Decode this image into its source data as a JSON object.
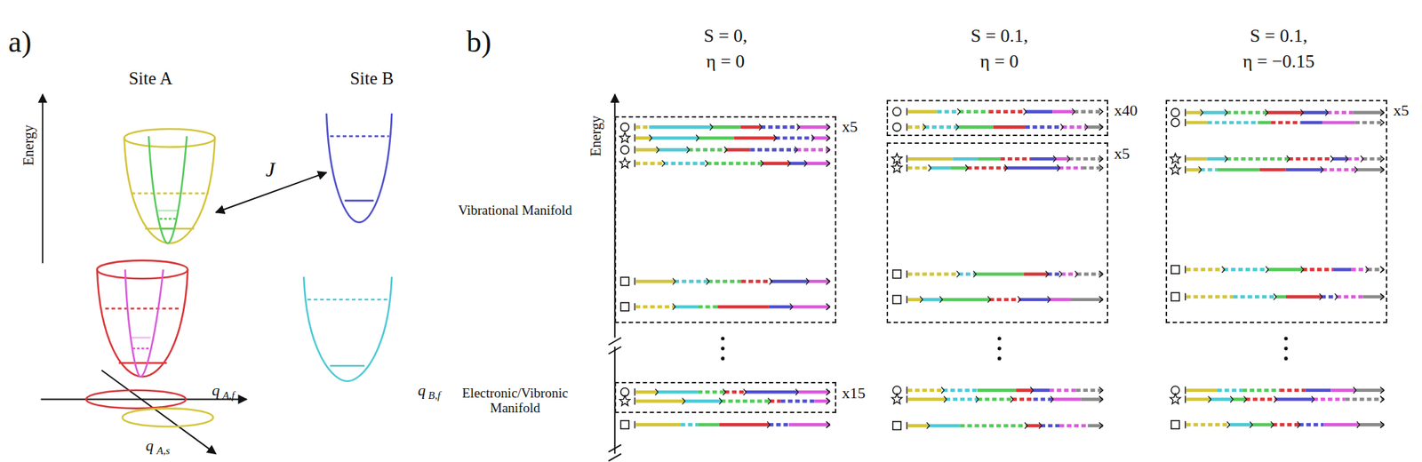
{
  "diagram": {
    "nodes": [
      {
        "text": [
          "x5"
        ]
      },
      {
        "text": [
          "x15"
        ]
      },
      {
        "text": [
          "x40"
        ]
      },
      {
        "text": [
          "x5"
        ]
      },
      {
        "text": [
          "x5"
        ]
      }
    ],
    "labels": [
      "a)",
      "b)",
      "Site A",
      "Site B",
      "Energy",
      "J",
      "q",
      "A,f",
      "q",
      "A,s",
      "q",
      "B,f",
      "Energy",
      "S = 0,",
      "η = 0",
      "S = 0.1,",
      "η = 0",
      "S = 0.1,",
      "η = −0.15",
      "Vibrational Manifold",
      "Electronic/Vibronic Manifold"
    ]
  }
}
